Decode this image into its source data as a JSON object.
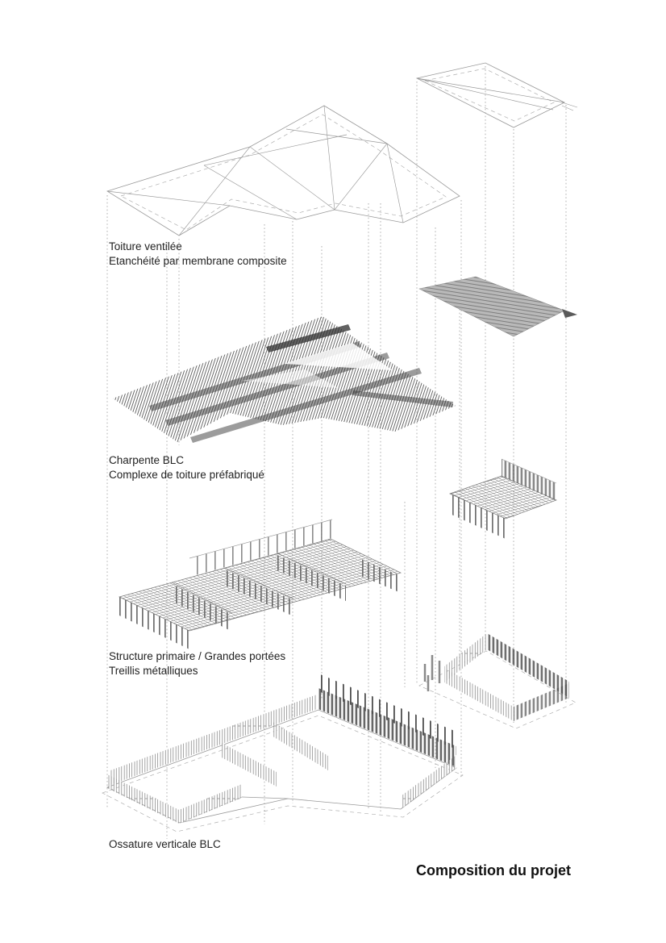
{
  "title": {
    "text": "Composition du projet"
  },
  "layers": [
    {
      "id": "toiture-ventilee",
      "lines": [
        "Toiture ventilée",
        "Etanchéité par membrane composite"
      ]
    },
    {
      "id": "charpente-blc",
      "lines": [
        "Charpente BLC",
        "Complexe de toiture préfabriqué"
      ]
    },
    {
      "id": "structure-primaire",
      "lines": [
        "Structure primaire / Grandes portées",
        "Treillis métalliques"
      ]
    },
    {
      "id": "ossature-verticale",
      "lines": [
        "Ossature verticale BLC"
      ]
    }
  ],
  "colors": {
    "line_grey": "#9a9a9a",
    "guide_grey": "#b2b2b2",
    "hatch_dark": "#474747",
    "fill_grey": "#b9b9b9",
    "text": "#222222",
    "title_text": "#111111",
    "background": "#ffffff"
  }
}
